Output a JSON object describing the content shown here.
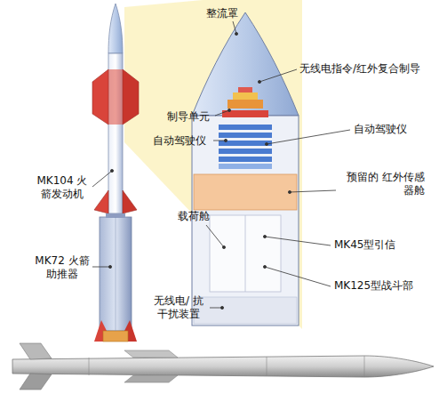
{
  "diagram": {
    "labels": [
      "整流罩",
      "无线电指令/红外复合制导",
      "制导单元",
      "自动驾驶仪",
      "自动驾驶仪",
      "预留的 红外传感器舱",
      "MK104 火箭发动机",
      "载荷舱",
      "MK45型引信",
      "MK72 火箭助推器",
      "MK125型战斗部",
      "无线电/ 抗干扰装置"
    ]
  }
}
